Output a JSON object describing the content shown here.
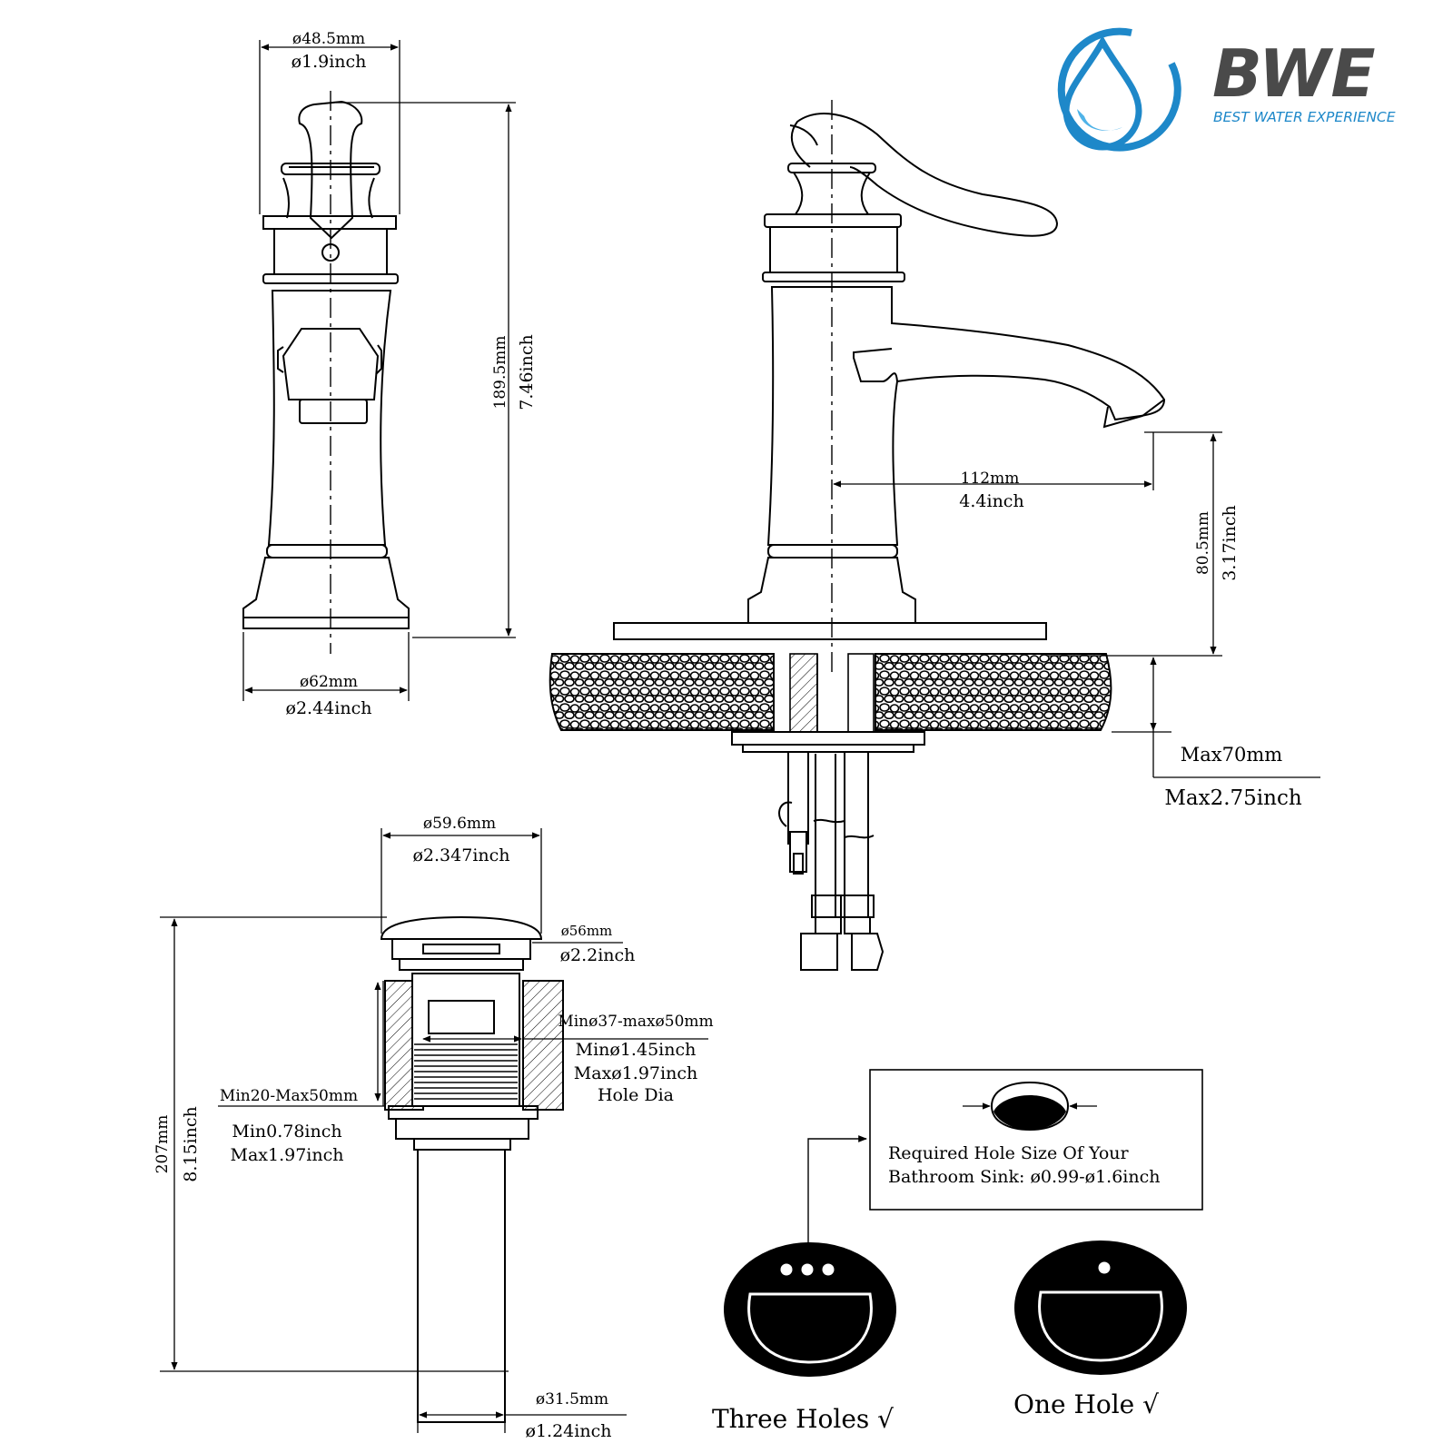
{
  "logo": {
    "name": "BWE",
    "tagline": "BEST WATER EXPERIENCE",
    "brand_color": "#1e88c9",
    "text_color": "#4a4a4a"
  },
  "front_view": {
    "top_diameter_mm": "ø48.5mm",
    "top_diameter_in": "ø1.9inch",
    "height_mm": "189.5mm",
    "height_in": "7.46inch",
    "base_diameter_mm": "ø62mm",
    "base_diameter_in": "ø2.44inch"
  },
  "side_view": {
    "reach_mm": "112mm",
    "reach_in": "4.4inch",
    "spout_height_mm": "80.5mm",
    "spout_height_in": "3.17inch",
    "deck_max_mm": "Max70mm",
    "deck_max_in": "Max2.75inch"
  },
  "drain": {
    "cap_diameter_mm": "ø59.6mm",
    "cap_diameter_in": "ø2.347inch",
    "flange_diameter_mm": "ø56mm",
    "flange_diameter_in": "ø2.2inch",
    "hole_range_mm": "Minø37-maxø50mm",
    "hole_min_in": "Minø1.45inch",
    "hole_max_in": "Maxø1.97inch",
    "hole_label": "Hole Dia",
    "thickness_mm": "Min20-Max50mm",
    "thickness_min_in": "Min0.78inch",
    "thickness_max_in": "Max1.97inch",
    "total_height_mm": "207mm",
    "total_height_in": "8.15inch",
    "pipe_diameter_mm": "ø31.5mm",
    "pipe_diameter_in": "ø1.24inch"
  },
  "sink_info": {
    "note_line1": "Required Hole Size Of Your",
    "note_line2": "Bathroom Sink: ø0.99-ø1.6inch",
    "three_holes": "Three Holes √",
    "one_hole": "One Hole  √"
  }
}
